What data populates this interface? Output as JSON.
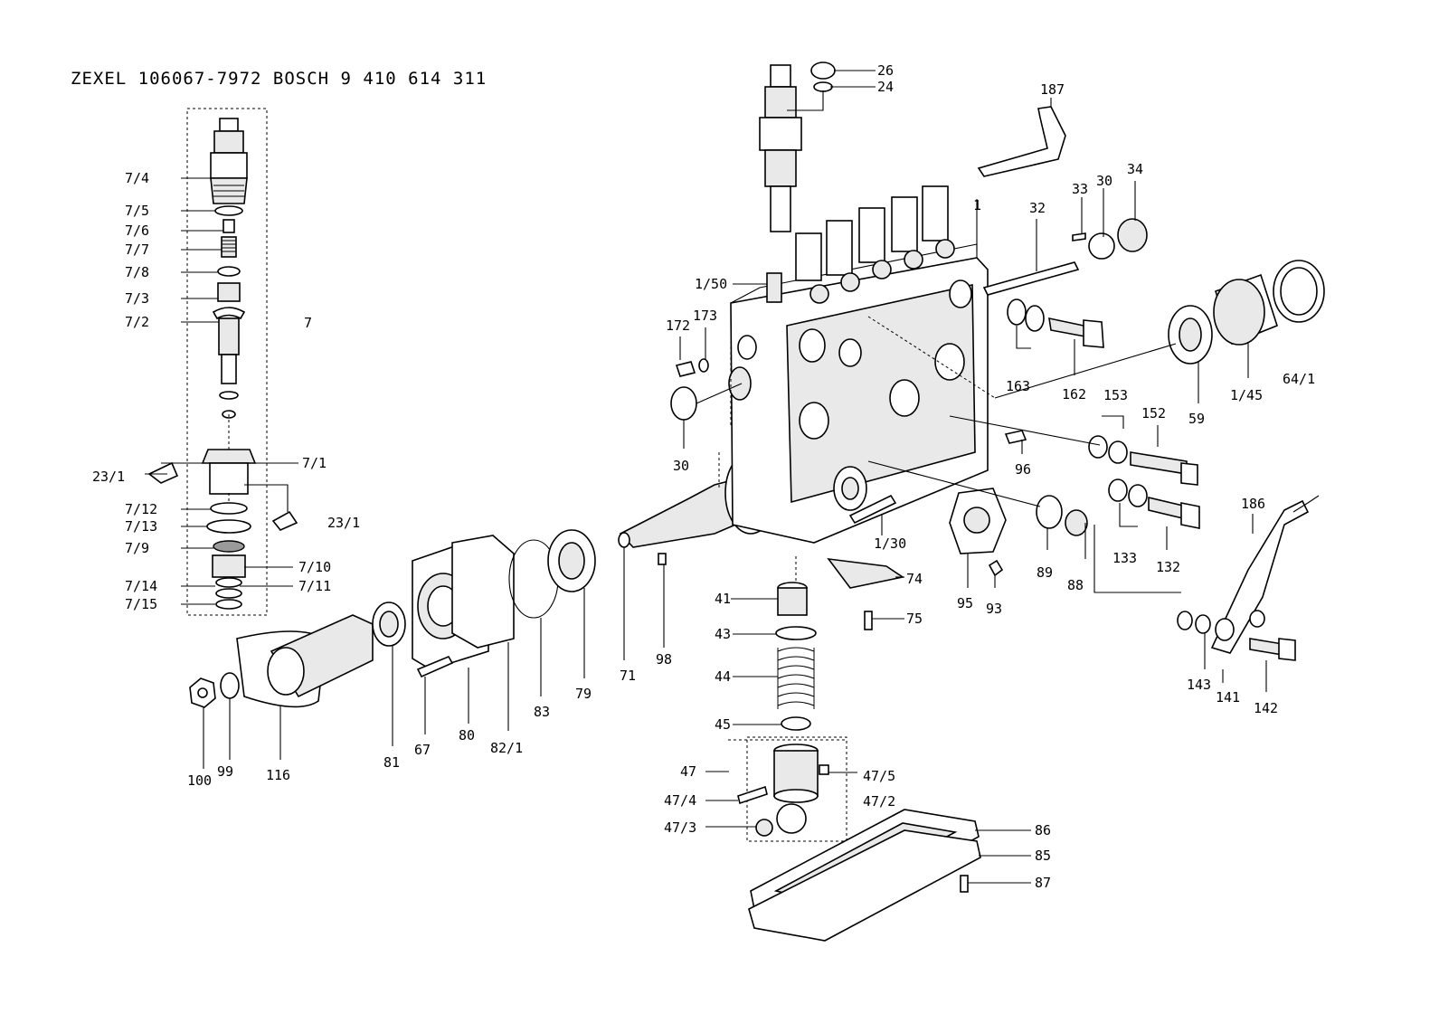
{
  "header": {
    "title": "ZEXEL  106067-7972  BOSCH  9 410 614 311"
  },
  "labels": {
    "l_7_4": "7/4",
    "l_7_5": "7/5",
    "l_7_6": "7/6",
    "l_7_7": "7/7",
    "l_7_8": "7/8",
    "l_7_3": "7/3",
    "l_7_2": "7/2",
    "l_7": "7",
    "l_7_1": "7/1",
    "l_23_1_a": "23/1",
    "l_23_1_b": "23/1",
    "l_7_12": "7/12",
    "l_7_13": "7/13",
    "l_7_9": "7/9",
    "l_7_10": "7/10",
    "l_7_14": "7/14",
    "l_7_11": "7/11",
    "l_7_15": "7/15",
    "l_100": "100",
    "l_99": "99",
    "l_116": "116",
    "l_81": "81",
    "l_67": "67",
    "l_80": "80",
    "l_82_1": "82/1",
    "l_83": "83",
    "l_79": "79",
    "l_71": "71",
    "l_98": "98",
    "l_26": "26",
    "l_24": "24",
    "l_187": "187",
    "l_33": "33",
    "l_30_a": "30",
    "l_34": "34",
    "l_32": "32",
    "l_1": "1",
    "l_1_50": "1/50",
    "l_172": "172",
    "l_173": "173",
    "l_30_b": "30",
    "l_163": "163",
    "l_162": "162",
    "l_59": "59",
    "l_1_45": "1/45",
    "l_64_1": "64/1",
    "l_153": "153",
    "l_152": "152",
    "l_96": "96",
    "l_1_30": "1/30",
    "l_89": "89",
    "l_88": "88",
    "l_133": "133",
    "l_132": "132",
    "l_186": "186",
    "l_41": "41",
    "l_74": "74",
    "l_75": "75",
    "l_95": "95",
    "l_93": "93",
    "l_43": "43",
    "l_44": "44",
    "l_45": "45",
    "l_143": "143",
    "l_141": "141",
    "l_142": "142",
    "l_47": "47",
    "l_47_5": "47/5",
    "l_47_4": "47/4",
    "l_47_2": "47/2",
    "l_47_3": "47/3",
    "l_86": "86",
    "l_85": "85",
    "l_87": "87"
  }
}
